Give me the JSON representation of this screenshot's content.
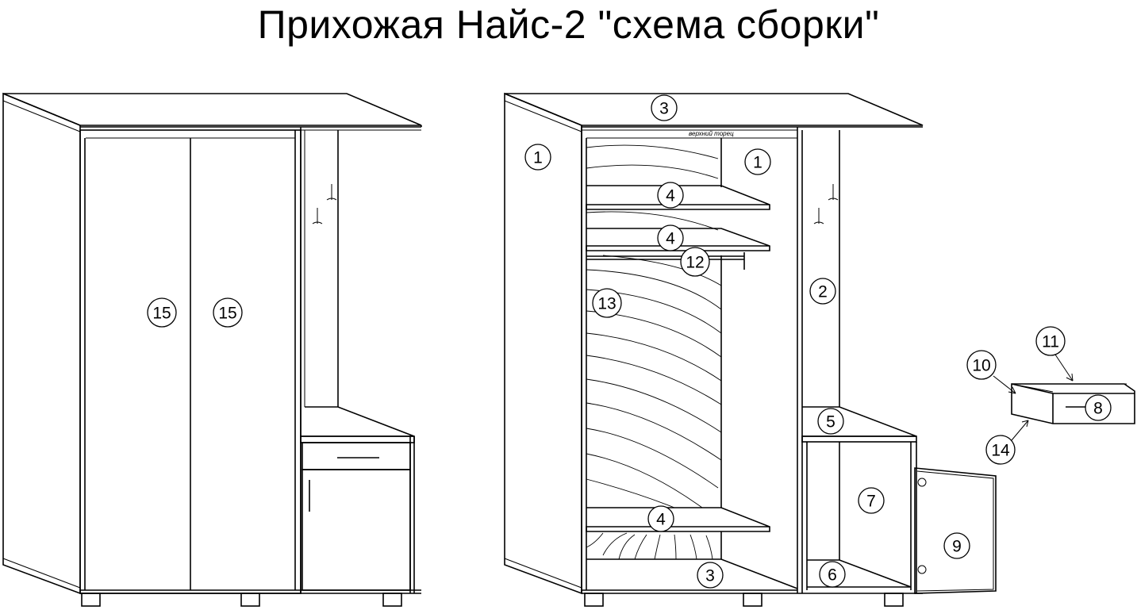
{
  "title": "Прихожая Найс-2 \"схема сборки\"",
  "top_edge_note": "верхний торец",
  "callouts": [
    {
      "id": "left-door-a",
      "label": "15"
    },
    {
      "id": "left-door-b",
      "label": "15"
    },
    {
      "id": "side-outer",
      "label": "1"
    },
    {
      "id": "side-inner",
      "label": "1"
    },
    {
      "id": "top",
      "label": "3"
    },
    {
      "id": "bottom",
      "label": "3"
    },
    {
      "id": "shelf-1",
      "label": "4"
    },
    {
      "id": "shelf-2",
      "label": "4"
    },
    {
      "id": "shelf-3",
      "label": "4"
    },
    {
      "id": "rail",
      "label": "12"
    },
    {
      "id": "back",
      "label": "13"
    },
    {
      "id": "panel",
      "label": "2"
    },
    {
      "id": "cabinet-top",
      "label": "5"
    },
    {
      "id": "cabinet-bottom",
      "label": "6"
    },
    {
      "id": "cabinet-side",
      "label": "7"
    },
    {
      "id": "cabinet-door",
      "label": "9"
    },
    {
      "id": "drawer-front",
      "label": "8"
    },
    {
      "id": "drawer-side",
      "label": "10"
    },
    {
      "id": "drawer-back",
      "label": "11"
    },
    {
      "id": "drawer-bottom",
      "label": "14"
    }
  ]
}
